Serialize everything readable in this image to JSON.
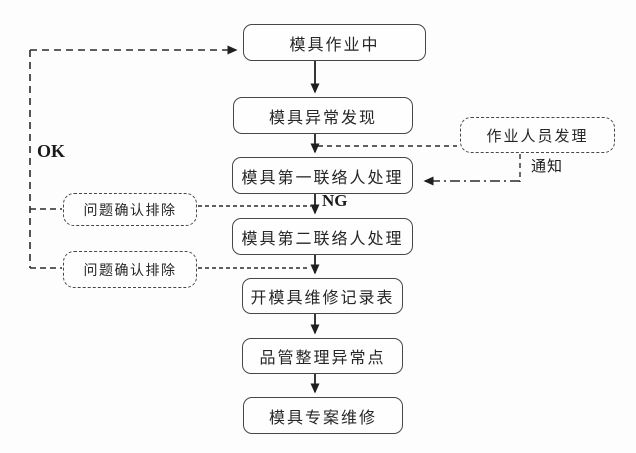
{
  "flowchart": {
    "nodes": {
      "mold_in_operation": "模具作业中",
      "abnormality_found": "模具异常发现",
      "first_contact_handling": "模具第一联络人处理",
      "second_contact_handling": "模具第二联络人处理",
      "open_repair_record": "开模具维修记录表",
      "qc_organize_abnormal": "品管整理异常点",
      "special_repair": "模具专案维修",
      "operator_handling": "作业人员发理",
      "problem_resolved_1": "问题确认排除",
      "problem_resolved_2": "问题确认排除"
    },
    "edge_labels": {
      "ok": "OK",
      "ng": "NG",
      "notify": "通知"
    },
    "colors": {
      "line": "#2b2b2b",
      "box_border": "#474747",
      "text": "#262626",
      "background": "#fdfdfd"
    }
  }
}
